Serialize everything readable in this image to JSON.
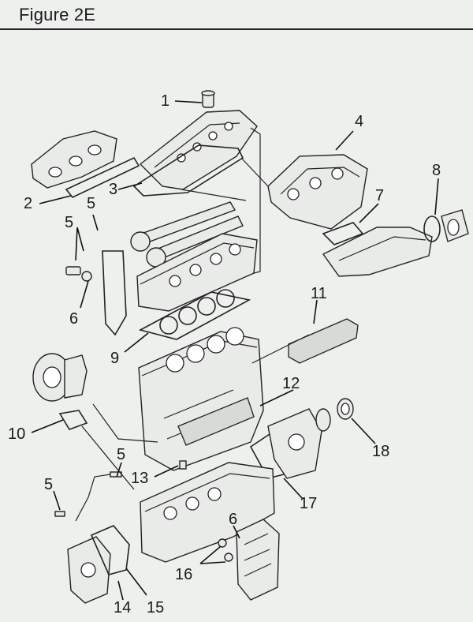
{
  "figure": {
    "title": "Figure 2E"
  },
  "callouts": [
    "1",
    "2",
    "3",
    "4",
    "5",
    "5",
    "6",
    "7",
    "8",
    "9",
    "10",
    "11",
    "12",
    "5",
    "13",
    "5",
    "17",
    "18",
    "6",
    "16",
    "14",
    "15"
  ]
}
